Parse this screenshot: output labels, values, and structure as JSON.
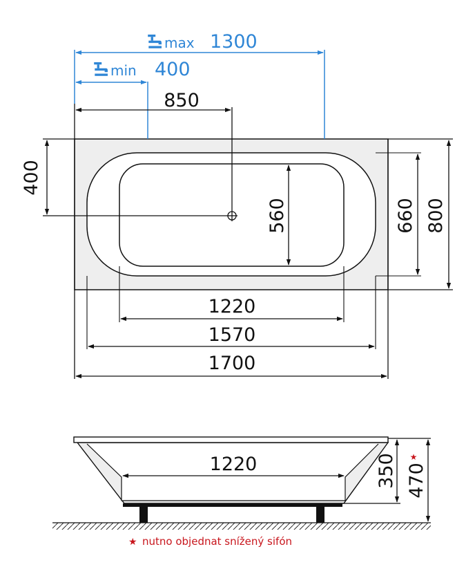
{
  "colors": {
    "line": "#111111",
    "accent_blue": "#2f86d6",
    "note_red": "#c8161d",
    "tub_fill": "#eeeeee"
  },
  "icons": {
    "faucet": "faucet-icon",
    "star": "star-icon"
  },
  "top_view": {
    "faucet_max_label": "max",
    "faucet_max_value": "1300",
    "faucet_min_label": "min",
    "faucet_min_value": "400",
    "drain_offset_length": "850",
    "drain_offset_width": "400",
    "inner_width": "560",
    "middle_width": "660",
    "outer_width": "800",
    "inner_length": "1220",
    "middle_length": "1570",
    "outer_length": "1700"
  },
  "side_view": {
    "inner_length": "1220",
    "depth": "350",
    "total_height": "470",
    "star": "★"
  },
  "footnote": {
    "star": "★",
    "text": "nutno objednat snížený sifón"
  }
}
